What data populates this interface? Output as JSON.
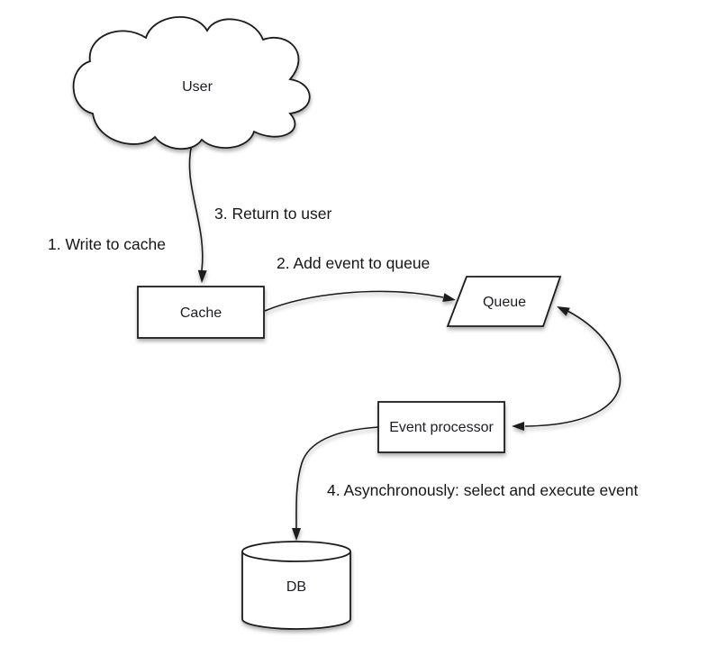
{
  "diagram": {
    "background_color": "#ffffff",
    "stroke_color": "#1a1a1a",
    "text_color": "#1c1c26",
    "nodes": {
      "user": {
        "label": "User",
        "shape": "cloud"
      },
      "cache": {
        "label": "Cache",
        "shape": "rectangle"
      },
      "queue": {
        "label": "Queue",
        "shape": "parallelogram"
      },
      "event_processor": {
        "label": "Event processor",
        "shape": "rectangle"
      },
      "db": {
        "label": "DB",
        "shape": "cylinder"
      }
    },
    "edge_labels": {
      "write_to_cache": "1. Write to cache",
      "add_event_to_queue": "2. Add event to queue",
      "return_to_user": "3. Return to user",
      "async_execute": "4. Asynchronously: select and execute event"
    },
    "edges": [
      {
        "from": "user",
        "to": "cache",
        "direction": "one-way"
      },
      {
        "from": "cache",
        "to": "queue",
        "direction": "one-way"
      },
      {
        "from": "queue",
        "to": "event_processor",
        "direction": "two-way"
      },
      {
        "from": "event_processor",
        "to": "db",
        "direction": "one-way"
      }
    ]
  }
}
